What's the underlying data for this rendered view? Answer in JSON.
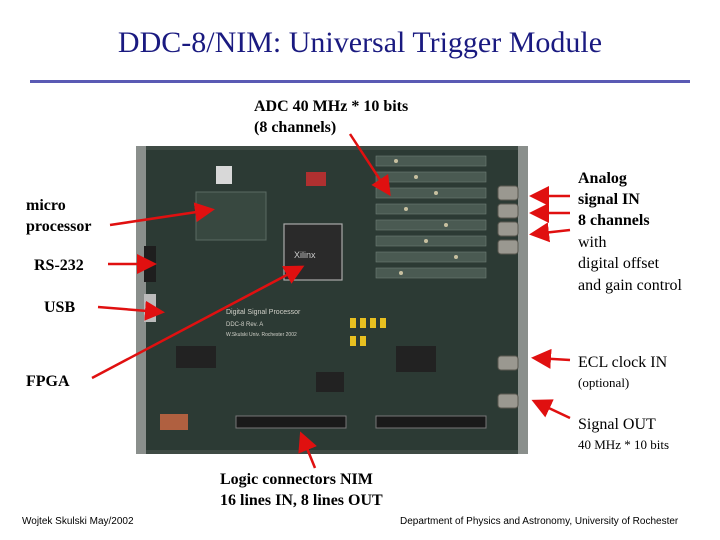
{
  "title": "DDC-8/NIM: Universal Trigger Module",
  "labels": {
    "adc_line1": "ADC 40 MHz * 10 bits",
    "adc_line2": "(8 channels)",
    "micro_line1": "micro",
    "micro_line2": "processor",
    "rs232": "RS-232",
    "usb": "USB",
    "fpga": "FPGA",
    "analog_line1": "Analog",
    "analog_line2": "signal  IN",
    "analog_line3": "8 channels",
    "analog_line4": "with",
    "analog_line5": "digital offset",
    "analog_line6": "and gain control",
    "ecl_line1": "ECL clock IN",
    "ecl_line2": "(optional)",
    "signal_out_line1": "Signal OUT",
    "signal_out_line2": "40 MHz * 10 bits",
    "logic_line1": "Logic connectors NIM",
    "logic_line2": "16 lines IN, 8 lines OUT"
  },
  "board_text": {
    "chip": "Xilinx",
    "silkscreen_line1": "Digital Signal Processor",
    "silkscreen_line2": "DDC-8 Rev. A",
    "silkscreen_line3": "W.Skulski Univ. Rochester 2002"
  },
  "footer": {
    "author": "Wojtek Skulski May/2002",
    "affiliation": "Department of Physics and Astronomy, University of Rochester"
  },
  "colors": {
    "title": "#1a1a80",
    "rule": "#5a5ab4",
    "arrow": "#e01010",
    "board": "#2c3a34",
    "chip": "#2a2a2a"
  }
}
